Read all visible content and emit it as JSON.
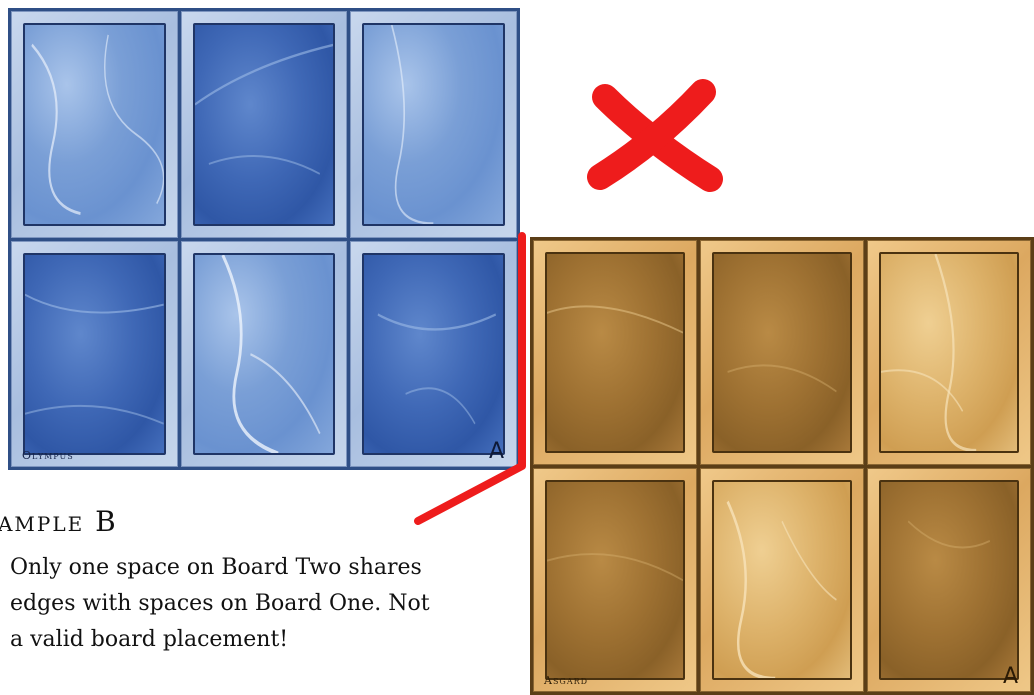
{
  "board_one": {
    "name": "Olympus",
    "logo": "A"
  },
  "board_two": {
    "name": "Asgard",
    "logo": "A"
  },
  "example": {
    "heading": "Example B",
    "lines": [
      "Only one space on Board Two shares",
      "edges with spaces on Board One. Not",
      "a valid board placement!"
    ]
  },
  "markers": {
    "invalid_icon": "cross-icon",
    "color": "#ee1c1c"
  }
}
